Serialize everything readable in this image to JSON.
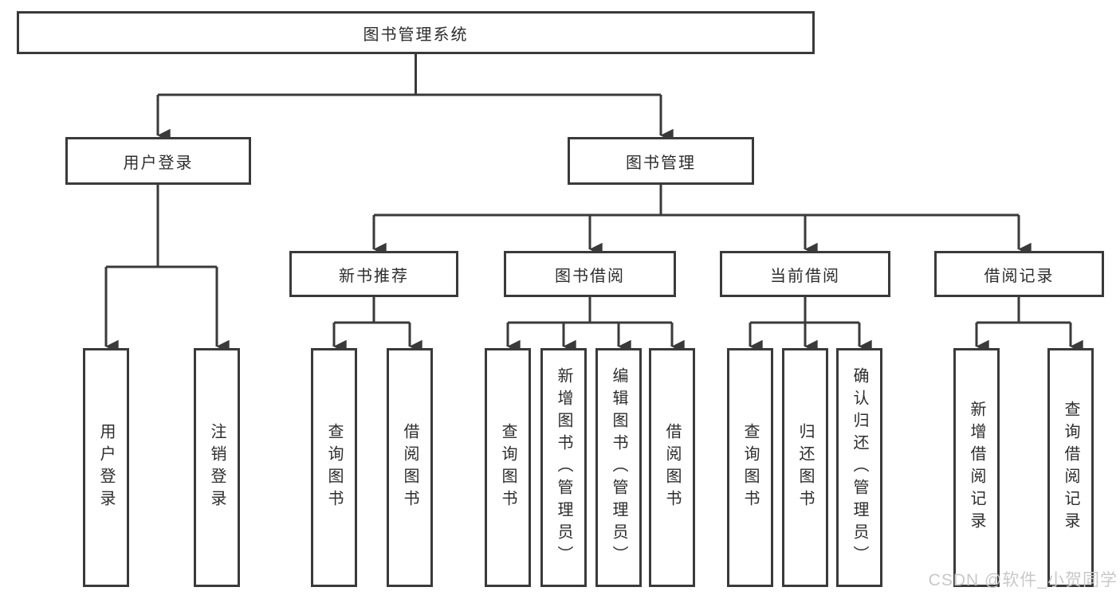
{
  "colors": {
    "line": "#3a3a3a",
    "box_border": "#3a3a3a",
    "text": "#2d2d2d",
    "background": "#ffffff",
    "watermark": "#c8c8c8"
  },
  "watermark": {
    "text": "CSDN @软件_小贺同学"
  },
  "diagram": {
    "root": {
      "label": "图书管理系统"
    },
    "level2": [
      {
        "label": "用户登录",
        "leaves": [
          "用户登录",
          "注销登录"
        ]
      },
      {
        "label": "图书管理",
        "groups": [
          {
            "label": "新书推荐",
            "leaves": [
              "查询图书",
              "借阅图书"
            ]
          },
          {
            "label": "图书借阅",
            "leaves": [
              "查询图书",
              "新增图书（管理员）",
              "编辑图书（管理员）",
              "借阅图书"
            ]
          },
          {
            "label": "当前借阅",
            "leaves": [
              "查询图书",
              "归还图书",
              "确认归还（管理员）"
            ]
          },
          {
            "label": "借阅记录",
            "leaves": [
              "新增借阅记录",
              "查询借阅记录"
            ]
          }
        ]
      }
    ]
  }
}
